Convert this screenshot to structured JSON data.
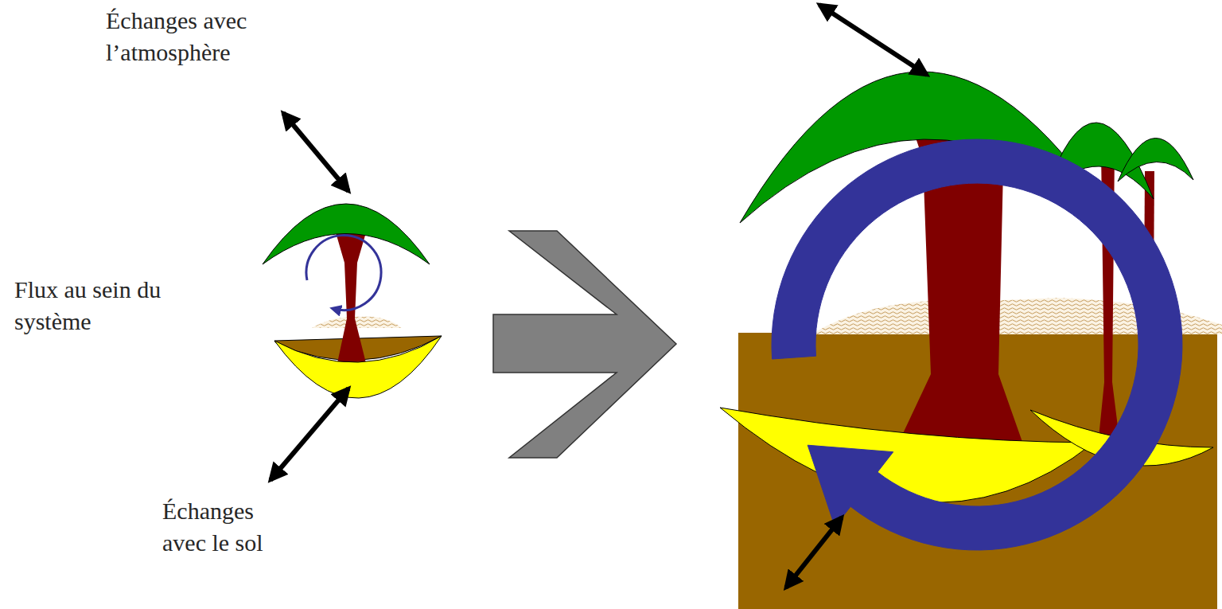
{
  "diagram": {
    "labels": [
      "Échanges avec l’atmosphère",
      "Flux au sein du système",
      "Échanges avec le sol"
    ]
  }
}
